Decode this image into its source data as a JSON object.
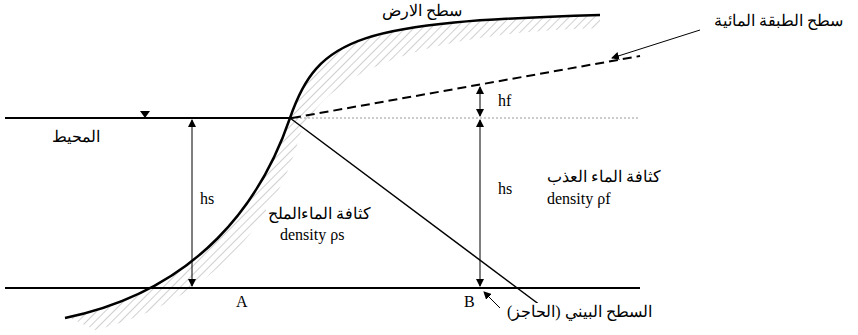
{
  "diagram": {
    "labels": [
      "سطح الارض",
      "سطح الطبقة المائية",
      "المحيط",
      "hf",
      "hs",
      "hs",
      "كثافة الماء العذب",
      "density ρf",
      "كثافة الماءالملح",
      "density ρs",
      "A",
      "B",
      "السطح البيني (الحاجز)"
    ]
  }
}
